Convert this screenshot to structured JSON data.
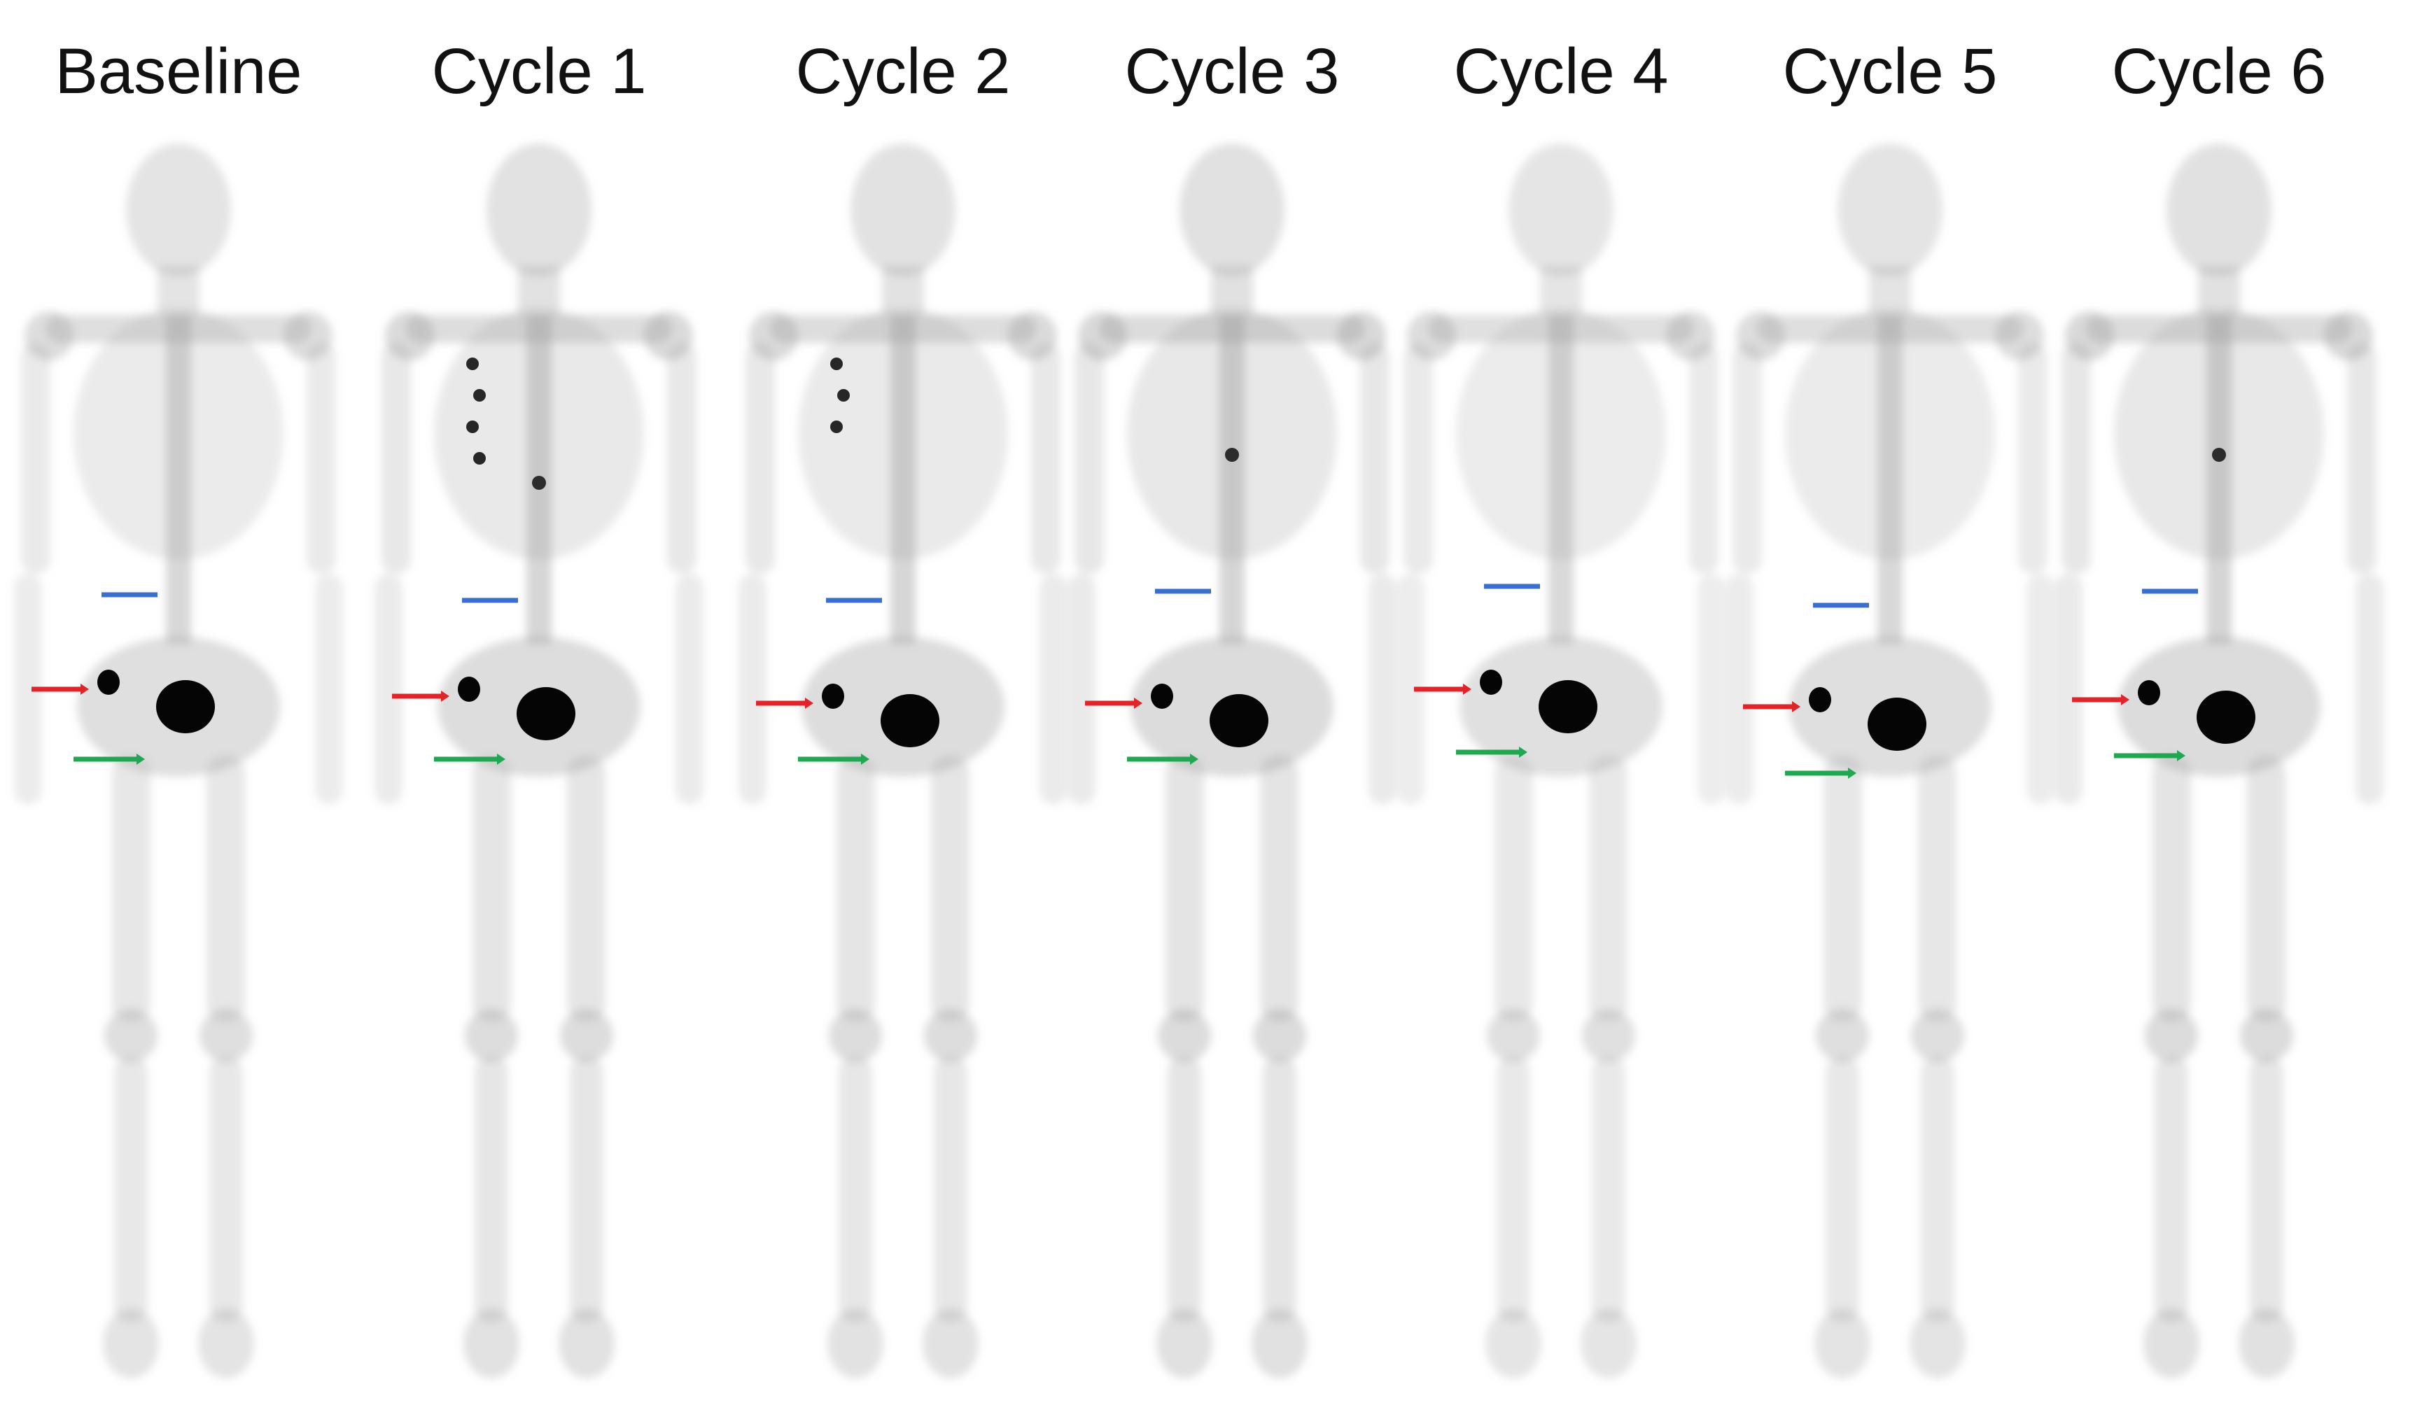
{
  "figure": {
    "panels": [
      {
        "label": "Baseline",
        "hotspots": [],
        "uptake": 0.55
      },
      {
        "label": "Cycle 1",
        "hotspots": [
          "rib",
          "rib",
          "rib",
          "rib",
          "spine"
        ],
        "uptake": 0.7
      },
      {
        "label": "Cycle 2",
        "hotspots": [
          "rib",
          "rib",
          "rib"
        ],
        "uptake": 0.68
      },
      {
        "label": "Cycle 3",
        "hotspots": [
          "spine"
        ],
        "uptake": 0.8
      },
      {
        "label": "Cycle 4",
        "hotspots": [],
        "uptake": 0.5
      },
      {
        "label": "Cycle 5",
        "hotspots": [],
        "uptake": 0.55
      },
      {
        "label": "Cycle 6",
        "hotspots": [
          "spine"
        ],
        "uptake": 0.78
      }
    ],
    "arrow_colors": {
      "blue": "#3a6fd0",
      "red": "#e0252a",
      "green": "#21a651"
    },
    "colors": {
      "background": "#ffffff",
      "bone": "#9a9a9a",
      "hotspot": "#050505"
    }
  }
}
